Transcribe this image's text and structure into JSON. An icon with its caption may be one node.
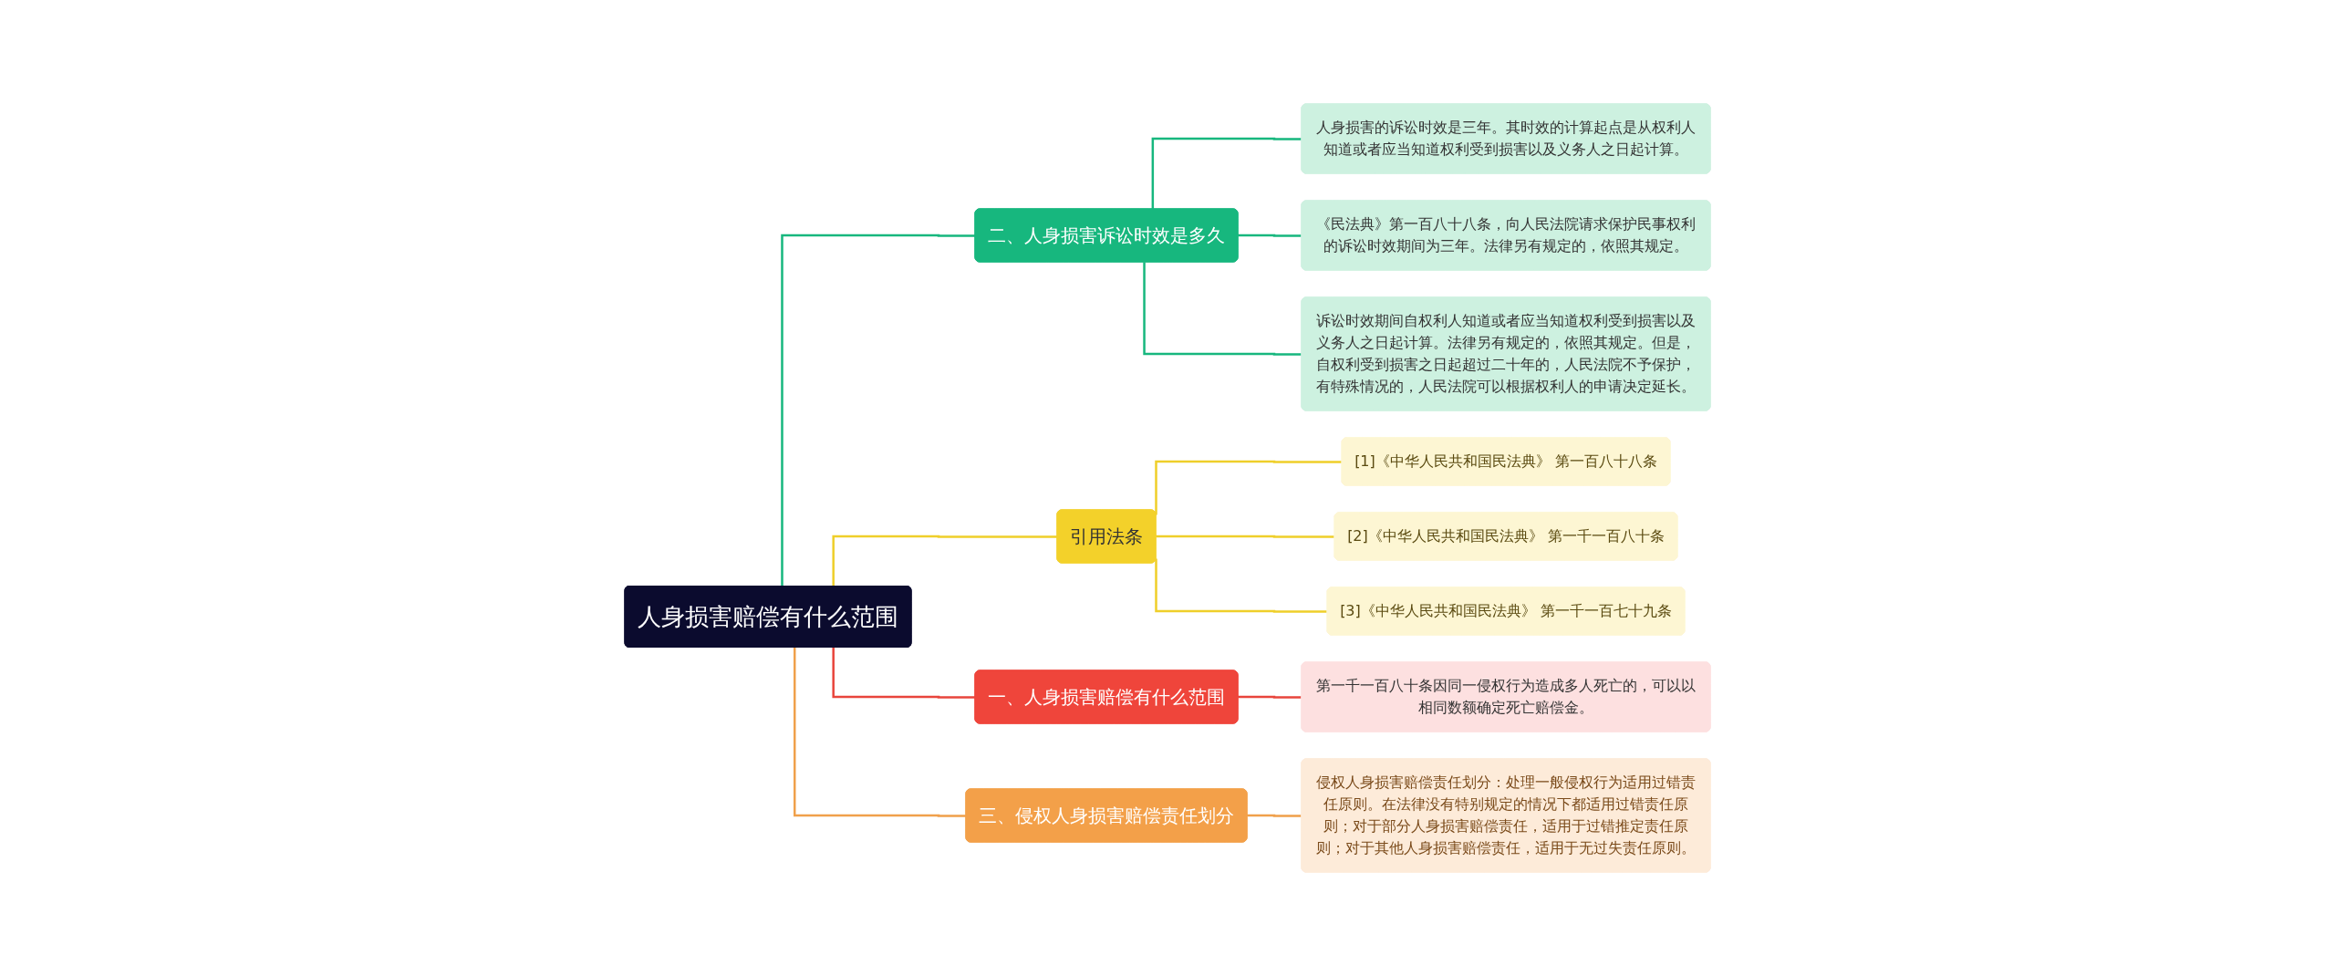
{
  "diagram": {
    "nodes": [
      {
        "text": [
          "人身损害赔偿有什么范围"
        ]
      },
      {
        "text": [
          "二、人身损害诉讼时效是多久"
        ]
      },
      {
        "text": [
          "人身损害的诉讼时效是三年。其时效的计算起点是从权利人知道或者应当知道权利受到损害以及义务人之日起计算。"
        ]
      },
      {
        "text": [
          "《民法典》第一百八十八条，向人民法院请求保护民事权利的诉讼时效期间为三年。法律另有规定的，依照其规定。"
        ]
      },
      {
        "text": [
          "诉讼时效期间自权利人知道或者应当知道权利受到损害以及义务人之日起计算。法律另有规定的，依照其规定。但是，自权利受到损害之日起超过二十年的，人民法院不予保护，有特殊情况的，人民法院可以根据权利人的申请决定延长。"
        ]
      },
      {
        "text": [
          "引用法条"
        ]
      },
      {
        "text": [
          "[1]《中华人民共和国民法典》 第一百八十八条"
        ]
      },
      {
        "text": [
          "[2]《中华人民共和国民法典》 第一千一百八十条"
        ]
      },
      {
        "text": [
          "[3]《中华人民共和国民法典》 第一千一百七十九条"
        ]
      },
      {
        "text": [
          "一、人身损害赔偿有什么范围"
        ]
      },
      {
        "text": [
          "第一千一百八十条因同一侵权行为造成多人死亡的，可以以相同数额确定死亡赔偿金。"
        ]
      },
      {
        "text": [
          "三、侵权人身损害赔偿责任划分"
        ]
      },
      {
        "text": [
          "侵权人身损害赔偿责任划分：处理一般侵权行为适用过错责任原则。在法律没有特别规定的情况下都适用过错责任原则；对于部分人身损害赔偿责任，适用于过错推定责任原则；对于其他人身损害赔偿责任，适用于无过失责任原则。"
        ]
      }
    ],
    "edges": [
      {
        "from": 0,
        "to": 1,
        "arrow": "none",
        "color": "#17b77e"
      },
      {
        "from": 1,
        "to": 2,
        "arrow": "none",
        "color": "#17b77e"
      },
      {
        "from": 1,
        "to": 3,
        "arrow": "none",
        "color": "#17b77e"
      },
      {
        "from": 1,
        "to": 4,
        "arrow": "none",
        "color": "#17b77e"
      },
      {
        "from": 0,
        "to": 5,
        "arrow": "none",
        "color": "#efcf2a"
      },
      {
        "from": 5,
        "to": 6,
        "arrow": "none",
        "color": "#efcf2a"
      },
      {
        "from": 5,
        "to": 7,
        "arrow": "none",
        "color": "#efcf2a"
      },
      {
        "from": 5,
        "to": 8,
        "arrow": "none",
        "color": "#efcf2a"
      },
      {
        "from": 0,
        "to": 9,
        "arrow": "none",
        "color": "#e8453c"
      },
      {
        "from": 9,
        "to": 10,
        "arrow": "none",
        "color": "#e8453c"
      },
      {
        "from": 0,
        "to": 11,
        "arrow": "none",
        "color": "#f0a04b"
      },
      {
        "from": 11,
        "to": 12,
        "arrow": "none",
        "color": "#f0a04b"
      }
    ]
  }
}
